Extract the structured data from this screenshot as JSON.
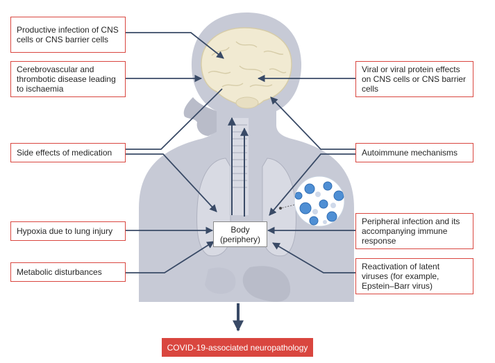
{
  "colors": {
    "box_border": "#d9463f",
    "arrow": "#394a66",
    "body_silhouette": "#c7cad6",
    "brain": "#f1ead2",
    "virus": "#4f8fd4",
    "footer_fill": "#d9463f"
  },
  "left_factors": [
    "Productive infection of CNS cells or CNS barrier cells",
    "Cerebrovascular and thrombotic disease leading to ischaemia",
    "Side effects of medication",
    "Hypoxia due to lung injury",
    "Metabolic disturbances"
  ],
  "right_factors": [
    "Viral or viral protein effects on CNS cells or CNS barrier cells",
    "Autoimmune mechanisms",
    "Peripheral infection and its accompanying immune response",
    "Reactivation of latent viruses (for example, Epstein–Barr virus)"
  ],
  "center": {
    "line1": "Body",
    "line2": "(periphery)"
  },
  "outcome": "COVID-19-associated neuropathology"
}
